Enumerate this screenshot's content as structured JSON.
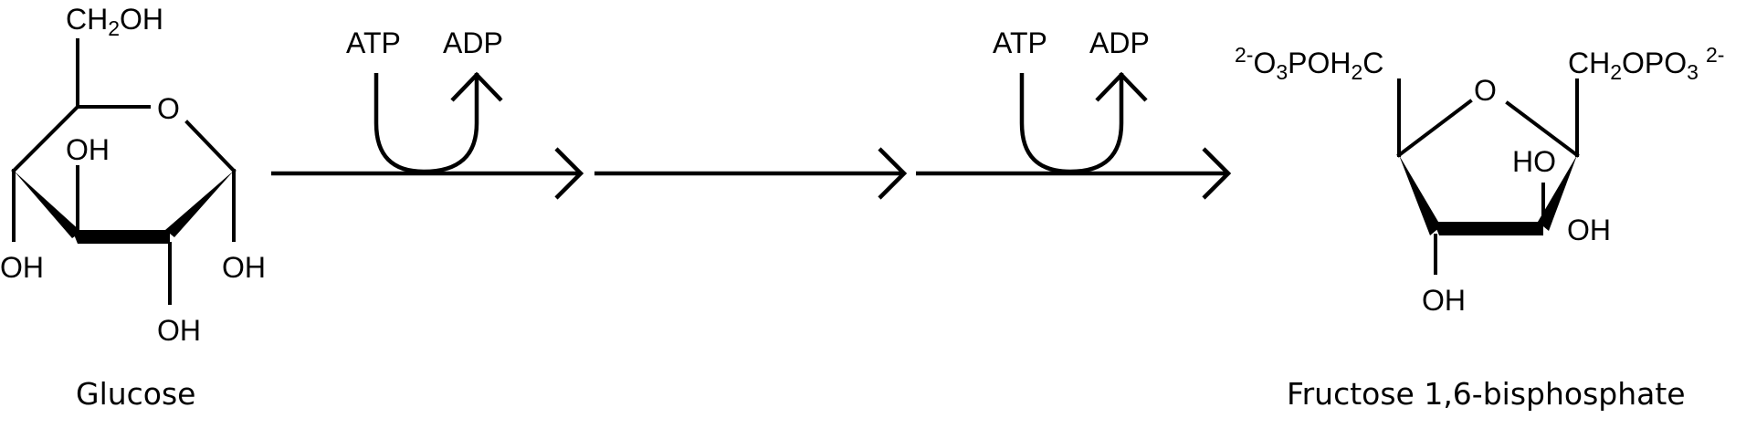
{
  "glucose": {
    "name": "Glucose",
    "top_group": {
      "a": "CH",
      "b": "2",
      "c": "OH"
    },
    "ring_o": "O",
    "oh_c3_upper": "OH",
    "oh_c4": "OH",
    "oh_c1": "OH",
    "oh_c2": "OH"
  },
  "steps": [
    {
      "cofactor_in": "ATP",
      "cofactor_out": "ADP"
    },
    {},
    {
      "cofactor_in": "ATP",
      "cofactor_out": "ADP"
    }
  ],
  "fructose_bp": {
    "name": "Fructose 1,6-bisphosphate",
    "left_group": {
      "charge": "2-",
      "a": "O",
      "b": "3",
      "c": "POH",
      "d": "2",
      "e": "C"
    },
    "right_group": {
      "a": "CH",
      "b": "2",
      "c": "OPO",
      "d": "3",
      "charge": "2-"
    },
    "ring_o": "O",
    "ho_upper": "HO",
    "oh_right": "OH",
    "oh_bottom": "OH"
  }
}
